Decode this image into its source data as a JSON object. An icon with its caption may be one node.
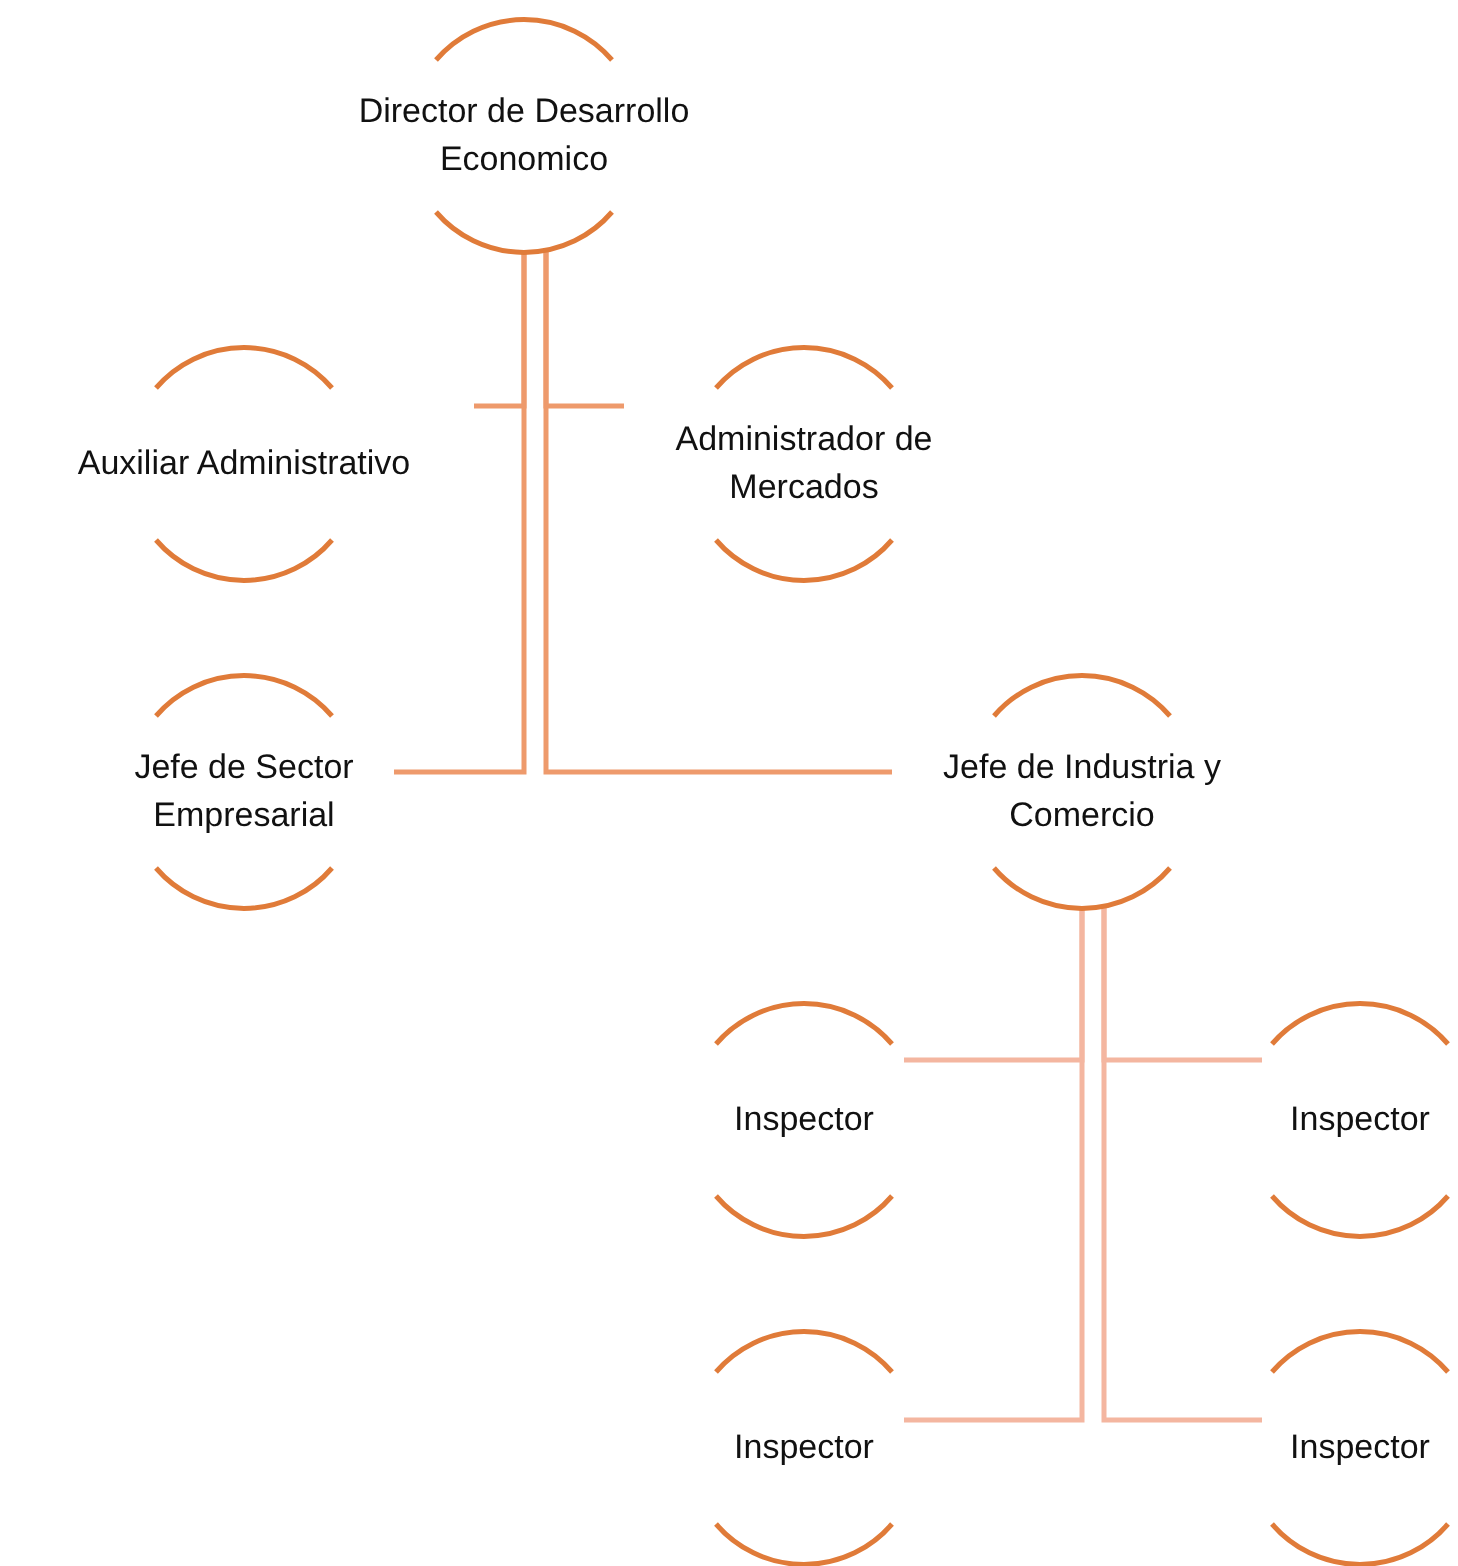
{
  "diagram": {
    "nodes": [
      {
        "text": [
          "Director de Desarrollo Economico"
        ]
      },
      {
        "text": [
          "Auxiliar Administrativo"
        ]
      },
      {
        "text": [
          "Administrador de Mercados"
        ]
      },
      {
        "text": [
          "Jefe de Sector Empresarial"
        ]
      },
      {
        "text": [
          "Jefe de Industria y Comercio"
        ]
      },
      {
        "text": [
          "Inspector"
        ]
      },
      {
        "text": [
          "Inspector"
        ]
      },
      {
        "text": [
          "Inspector"
        ]
      },
      {
        "text": [
          "Inspector"
        ]
      }
    ],
    "edges": [
      {
        "from": 0,
        "to": 1,
        "arrow": "none"
      },
      {
        "from": 0,
        "to": 2,
        "arrow": "none"
      },
      {
        "from": 0,
        "to": 3,
        "arrow": "none"
      },
      {
        "from": 0,
        "to": 4,
        "arrow": "none"
      },
      {
        "from": 4,
        "to": 5,
        "arrow": "none",
        "color": "#f4b6a0"
      },
      {
        "from": 4,
        "to": 6,
        "arrow": "none",
        "color": "#f4b6a0"
      },
      {
        "from": 4,
        "to": 7,
        "arrow": "none",
        "color": "#f4b6a0"
      },
      {
        "from": 4,
        "to": 8,
        "arrow": "none",
        "color": "#f4b6a0"
      }
    ]
  }
}
